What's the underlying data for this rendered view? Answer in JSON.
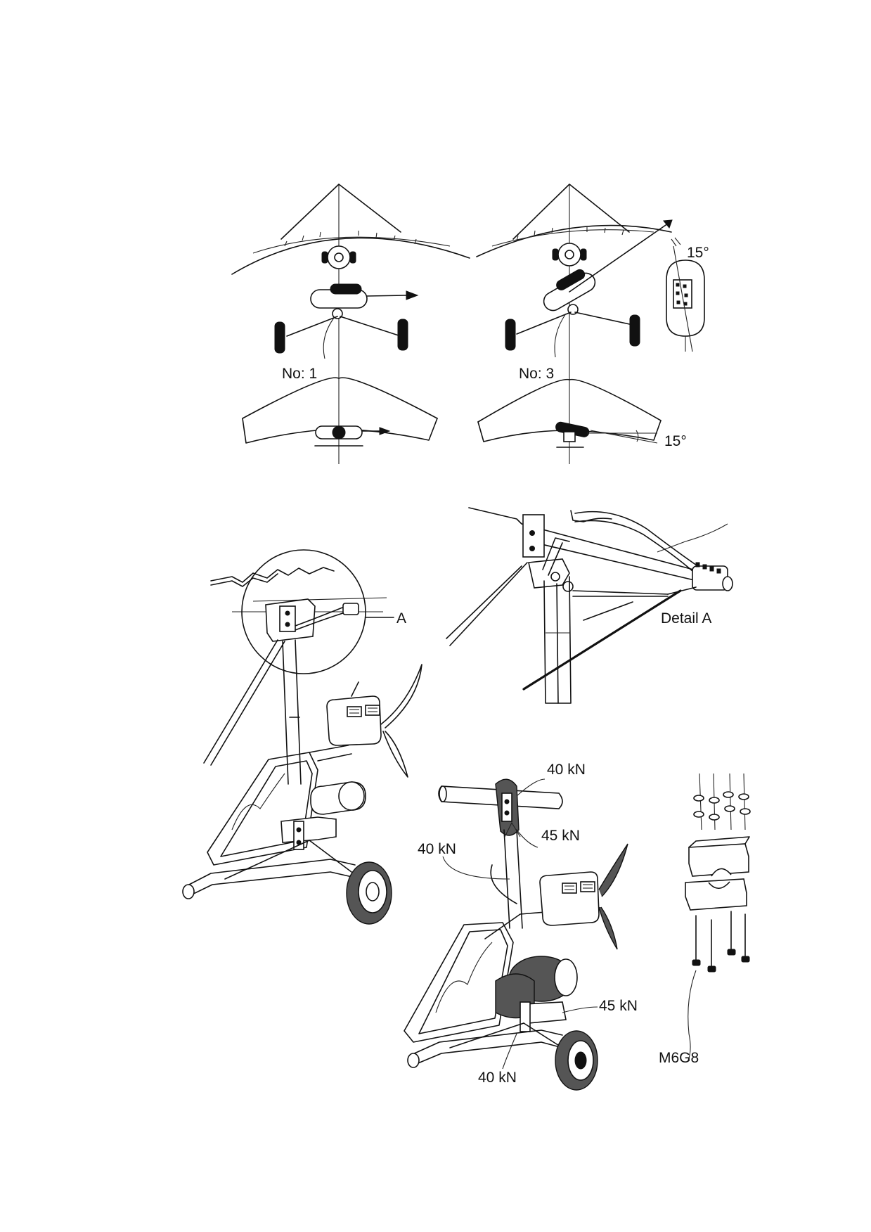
{
  "labels": {
    "view1": "No: 1",
    "view3": "No: 3",
    "angle_top": "15°",
    "angle_bottom": "15°",
    "callout_a": "A",
    "detail": "Detail  A",
    "load_top": "40 kN",
    "load_upper_right": "45 kN",
    "load_left": "40 kN",
    "load_lower_right": "45 kN",
    "load_bottom": "40 kN",
    "fastener": "M6G8"
  }
}
